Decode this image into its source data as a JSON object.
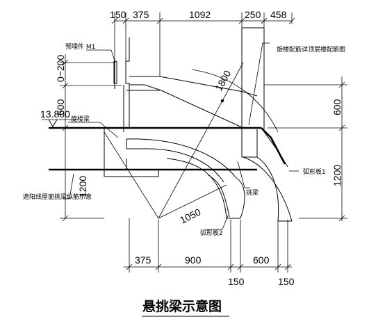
{
  "drawing": {
    "title": "悬挑梁示意图",
    "top_dims": [
      "150",
      "375",
      "1092",
      "250",
      "458"
    ],
    "bottom_dims": [
      "375",
      "900",
      "600"
    ],
    "bottom_small_dims": [
      "150",
      "150"
    ],
    "left_dims": [
      "0~200",
      "600",
      "1200"
    ],
    "right_dims": [
      "600",
      "1200"
    ],
    "elevation": "13.800",
    "diag_1800": "1800",
    "diag_1050": "1050",
    "labels": {
      "embedded_part": "预埋件 M1",
      "top_note": "旋楼配筋详顶层楼配筋图",
      "spiral_beam": "旋楼梁",
      "cantilever_beam": "挑梁",
      "arc_plate_1": "弧形板1",
      "arc_plate_2": "弧形板2",
      "left_note": "遮阳线屋面挑梁纵筋示意"
    }
  }
}
